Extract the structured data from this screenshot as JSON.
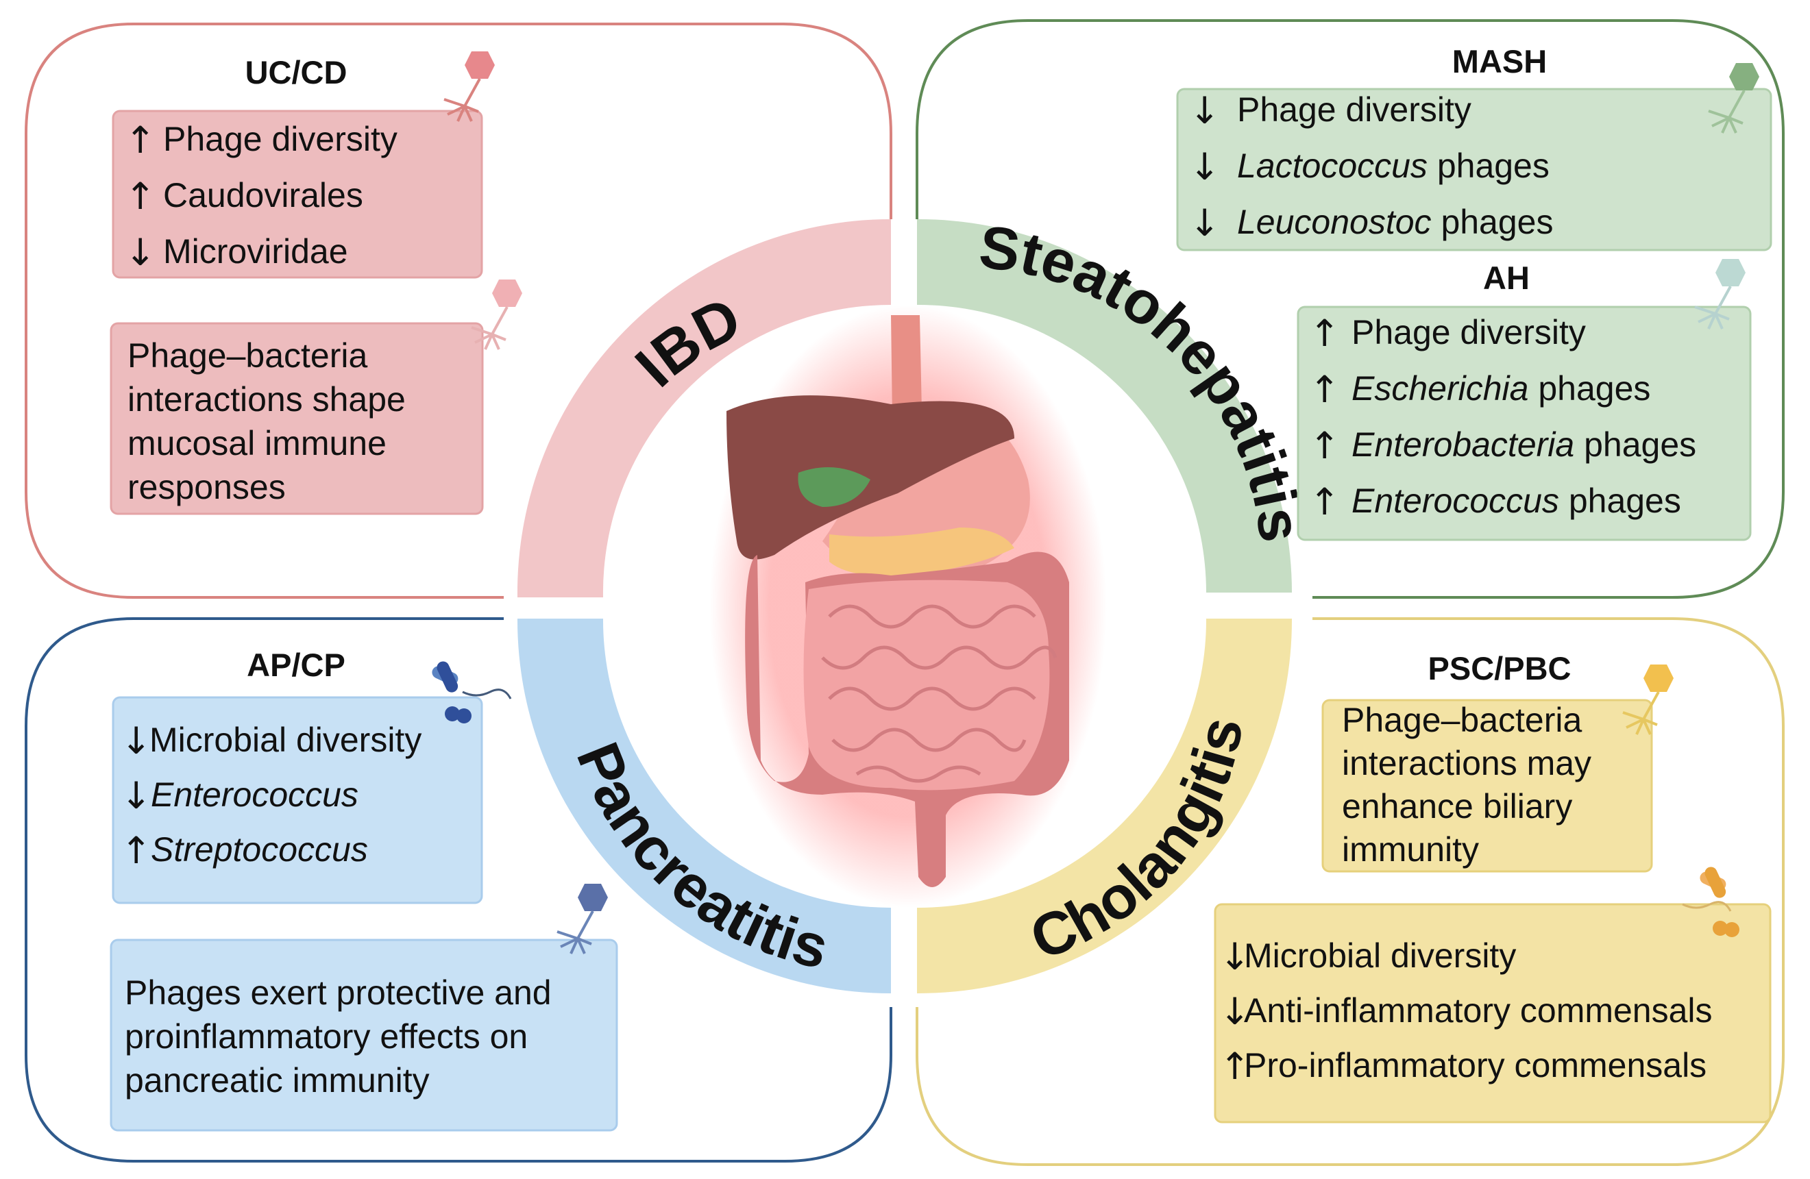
{
  "colors": {
    "ibd_border": "#d9837f",
    "ibd_fill": "#f2c6c8",
    "ibd_box": "#edbcbe",
    "ibd_box_border": "#e3a3a5",
    "steato_border": "#5f8b56",
    "steato_fill": "#c6ddc4",
    "steato_box": "#cfe3cd",
    "steato_box_border": "#b1cfad",
    "panc_border": "#2f5a8c",
    "panc_fill": "#b9d8f1",
    "panc_box": "#c8e1f5",
    "panc_box_border": "#a9ccec",
    "chol_border": "#e3cf7e",
    "chol_fill": "#f3e4a6",
    "chol_box": "#f3e3a5",
    "chol_box_border": "#e6d07c"
  },
  "arcs": {
    "ibd": "IBD",
    "steato": "Steatohepatitis",
    "panc": "Pancreatitis",
    "chol": "Cholangitis"
  },
  "ibd": {
    "heading": "UC/CD",
    "changes": [
      {
        "dir": "↑",
        "text": "Phage diversity"
      },
      {
        "dir": "↑",
        "text": "Caudovirales"
      },
      {
        "dir": "↓",
        "text": "Microviridae"
      }
    ],
    "note": [
      "Phage–bacteria",
      "interactions shape",
      "mucosal immune",
      "responses"
    ]
  },
  "steato": {
    "mash_heading": "MASH",
    "mash": [
      {
        "dir": "↓",
        "text": "Phage diversity",
        "italic": "",
        "suffix": ""
      },
      {
        "dir": "↓",
        "text": "",
        "italic": "Lactococcus",
        "suffix": " phages"
      },
      {
        "dir": "↓",
        "text": "",
        "italic": "Leuconostoc",
        "suffix": " phages"
      }
    ],
    "ah_heading": "AH",
    "ah": [
      {
        "dir": "↑",
        "text": "Phage diversity",
        "italic": "",
        "suffix": ""
      },
      {
        "dir": "↑",
        "text": "",
        "italic": "Escherichia",
        "suffix": " phages"
      },
      {
        "dir": "↑",
        "text": "",
        "italic": "Enterobacteria",
        "suffix": " phages"
      },
      {
        "dir": "↑",
        "text": "",
        "italic": "Enterococcus",
        "suffix": " phages"
      }
    ]
  },
  "panc": {
    "heading": "AP/CP",
    "changes": [
      {
        "dir": "↓",
        "text": "Microbial diversity",
        "italic": ""
      },
      {
        "dir": "↓",
        "text": "",
        "italic": "Enterococcus"
      },
      {
        "dir": "↑",
        "text": "",
        "italic": "Streptococcus"
      }
    ],
    "note": [
      "Phages exert protective and",
      "proinflammatory effects on",
      "pancreatic immunity"
    ]
  },
  "chol": {
    "heading": "PSC/PBC",
    "note": [
      "Phage–bacteria",
      "interactions may",
      "enhance biliary",
      "immunity"
    ],
    "changes": [
      {
        "dir": "↓",
        "text": "Microbial diversity"
      },
      {
        "dir": "↓",
        "text": "Anti-inflammatory commensals"
      },
      {
        "dir": "↑",
        "text": "Pro-inflammatory commensals"
      }
    ]
  },
  "icons": [
    "phage-icon",
    "bacteria-icon",
    "digestive-organs-illustration"
  ]
}
